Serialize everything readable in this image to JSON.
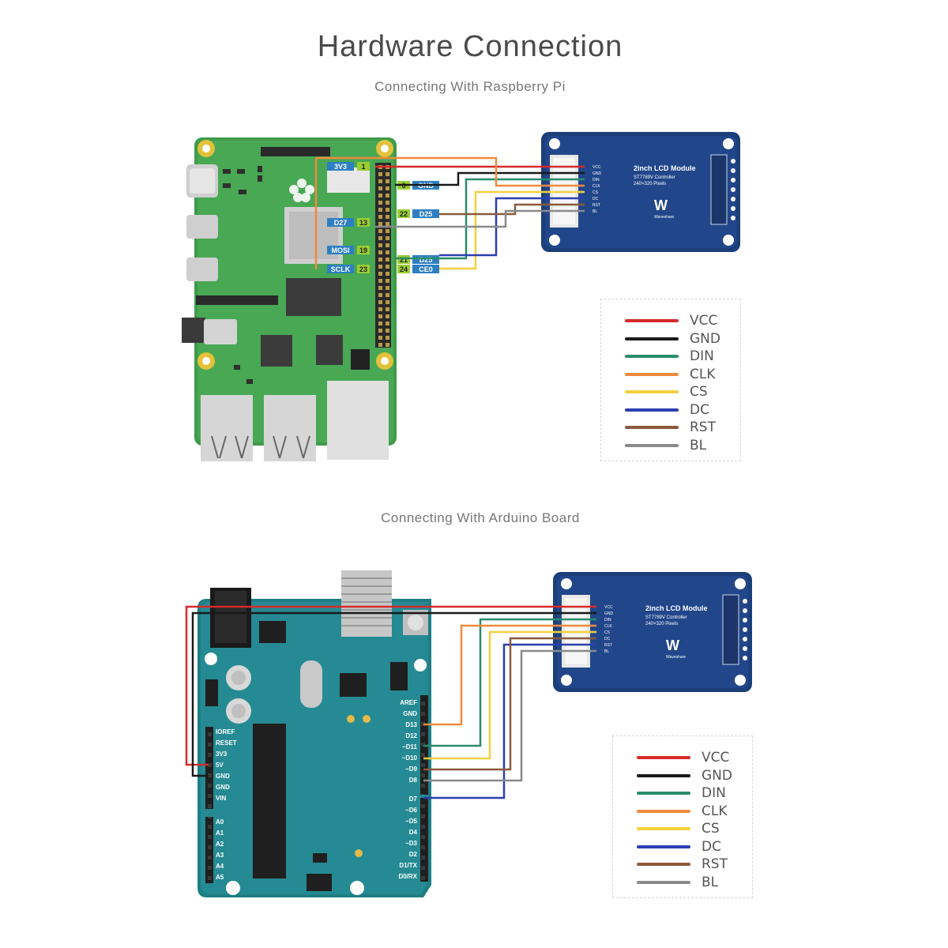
{
  "header": {
    "title": "Hardware Connection",
    "subtitle_pi": "Connecting With Raspberry Pi",
    "subtitle_arduino": "Connecting With Arduino Board"
  },
  "lcd_module": {
    "title": "2inch LCD Module",
    "line1": "ST7789V Controller",
    "line2": "240×320 Pixels",
    "brand": "Waveshare",
    "pins": [
      "VCC",
      "GND",
      "DIN",
      "CLK",
      "CS",
      "DC",
      "RST",
      "BL"
    ]
  },
  "pi_pin_labels": {
    "v33": "3V3",
    "p1": "1",
    "gnd": "GND",
    "p6": "6",
    "d27": "D27",
    "p13": "13",
    "d25": "D25",
    "p22": "22",
    "mosi": "MOSI",
    "p19": "19",
    "sclk": "SCLK",
    "p23": "23",
    "ce0": "CE0",
    "p24": "24"
  },
  "arduino_labels": {
    "power": [
      "IOREF",
      "RESET",
      "3V3",
      "5V",
      "GND",
      "GND",
      "VIN"
    ],
    "analog": [
      "A0",
      "A1",
      "A2",
      "A3",
      "A4",
      "A5"
    ],
    "digital_top": [
      "AREF",
      "GND",
      "D13",
      "D12",
      "~D11",
      "~D10",
      "~D9",
      "D8"
    ],
    "digital_bottom": [
      "D7",
      "~D6",
      "~D5",
      "D4",
      "~D3",
      "D2",
      "D1/TX",
      "D0/RX"
    ]
  },
  "legend": [
    {
      "label": "VCC",
      "color": "#d62b2b"
    },
    {
      "label": "GND",
      "color": "#1a1a1a"
    },
    {
      "label": "DIN",
      "color": "#2a8c6a"
    },
    {
      "label": "CLK",
      "color": "#f08a3c"
    },
    {
      "label": "CS",
      "color": "#f4d03f"
    },
    {
      "label": "DC",
      "color": "#2c3fb0"
    },
    {
      "label": "RST",
      "color": "#8b5a3c"
    },
    {
      "label": "BL",
      "color": "#8a8a8a"
    }
  ]
}
